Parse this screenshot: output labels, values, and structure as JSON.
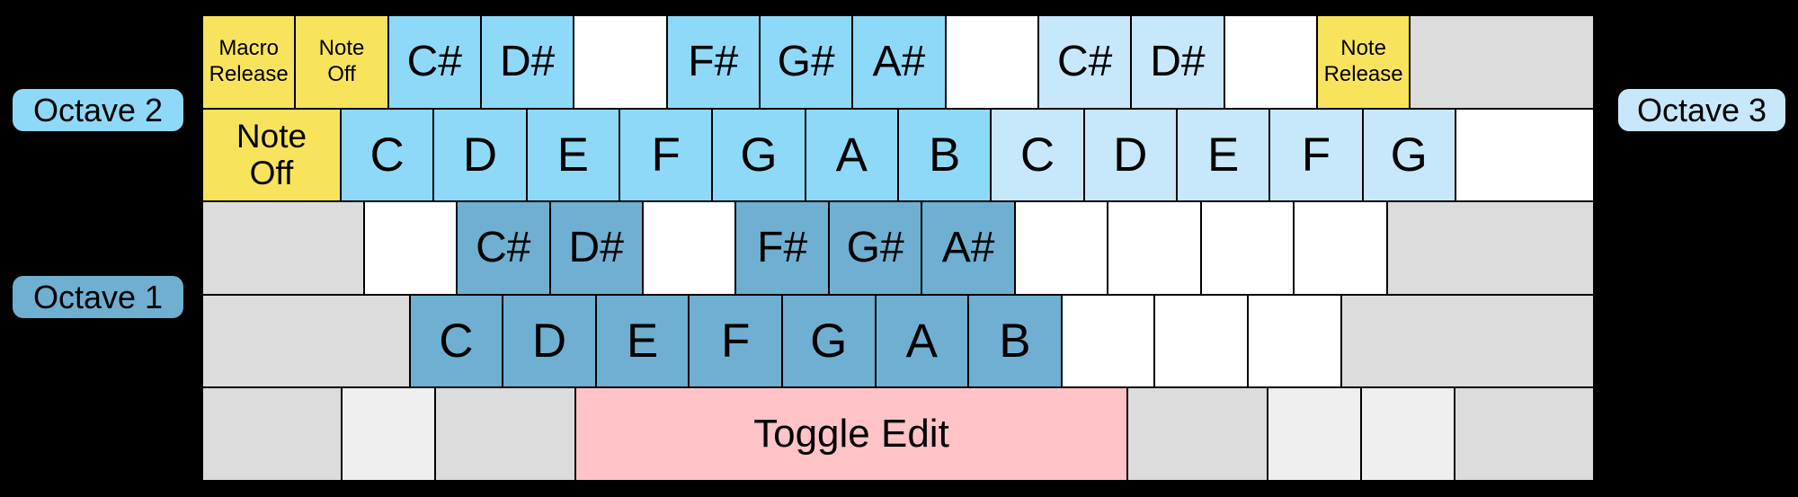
{
  "labels": {
    "octave1": "Octave 1",
    "octave2": "Octave 2",
    "octave3": "Octave 3"
  },
  "colors": {
    "background": "#000000",
    "border": "#000000",
    "yellow": "#F8E35C",
    "octave1": "#6FAFD1",
    "octave2": "#8FD9F8",
    "octave3": "#C7E8FB",
    "pink": "#FFC3C8",
    "gray": "#DCDCDC",
    "lightgray": "#EFEFEF",
    "white": "#FFFFFF",
    "text": "#000000"
  },
  "keyboard": {
    "rows": [
      {
        "keys": [
          {
            "u": 1,
            "kind": "macro",
            "color": "yellow",
            "lines": [
              "Macro",
              "Release"
            ],
            "name": "key-macro-release"
          },
          {
            "u": 1,
            "kind": "macro",
            "color": "yellow",
            "lines": [
              "Note",
              "Off"
            ],
            "name": "key-note-off-top"
          },
          {
            "u": 1,
            "kind": "sharp",
            "color": "octave2",
            "lines": [
              "C#"
            ],
            "name": "key-note-csharp-oct2"
          },
          {
            "u": 1,
            "kind": "sharp",
            "color": "octave2",
            "lines": [
              "D#"
            ],
            "name": "key-note-dsharp-oct2"
          },
          {
            "u": 1,
            "kind": "blank",
            "color": "white",
            "lines": [],
            "name": "key-blank"
          },
          {
            "u": 1,
            "kind": "sharp",
            "color": "octave2",
            "lines": [
              "F#"
            ],
            "name": "key-note-fsharp-oct2"
          },
          {
            "u": 1,
            "kind": "sharp",
            "color": "octave2",
            "lines": [
              "G#"
            ],
            "name": "key-note-gsharp-oct2"
          },
          {
            "u": 1,
            "kind": "sharp",
            "color": "octave2",
            "lines": [
              "A#"
            ],
            "name": "key-note-asharp-oct2"
          },
          {
            "u": 1,
            "kind": "blank",
            "color": "white",
            "lines": [],
            "name": "key-blank"
          },
          {
            "u": 1,
            "kind": "sharp",
            "color": "octave3",
            "lines": [
              "C#"
            ],
            "name": "key-note-csharp-oct3"
          },
          {
            "u": 1,
            "kind": "sharp",
            "color": "octave3",
            "lines": [
              "D#"
            ],
            "name": "key-note-dsharp-oct3"
          },
          {
            "u": 1,
            "kind": "blank",
            "color": "white",
            "lines": [],
            "name": "key-blank"
          },
          {
            "u": 1,
            "kind": "macro",
            "color": "yellow",
            "lines": [
              "Note",
              "Release"
            ],
            "name": "key-note-release"
          },
          {
            "u": 2,
            "kind": "mod",
            "color": "gray",
            "lines": [],
            "name": "key-modifier"
          }
        ]
      },
      {
        "keys": [
          {
            "u": 1.5,
            "kind": "tabmacro",
            "color": "yellow",
            "lines": [
              "Note",
              "Off"
            ],
            "name": "key-note-off"
          },
          {
            "u": 1,
            "kind": "note",
            "color": "octave2",
            "lines": [
              "C"
            ],
            "name": "key-note-c-oct2"
          },
          {
            "u": 1,
            "kind": "note",
            "color": "octave2",
            "lines": [
              "D"
            ],
            "name": "key-note-d-oct2"
          },
          {
            "u": 1,
            "kind": "note",
            "color": "octave2",
            "lines": [
              "E"
            ],
            "name": "key-note-e-oct2"
          },
          {
            "u": 1,
            "kind": "note",
            "color": "octave2",
            "lines": [
              "F"
            ],
            "name": "key-note-f-oct2"
          },
          {
            "u": 1,
            "kind": "note",
            "color": "octave2",
            "lines": [
              "G"
            ],
            "name": "key-note-g-oct2"
          },
          {
            "u": 1,
            "kind": "note",
            "color": "octave2",
            "lines": [
              "A"
            ],
            "name": "key-note-a-oct2"
          },
          {
            "u": 1,
            "kind": "note",
            "color": "octave2",
            "lines": [
              "B"
            ],
            "name": "key-note-b-oct2"
          },
          {
            "u": 1,
            "kind": "note",
            "color": "octave3",
            "lines": [
              "C"
            ],
            "name": "key-note-c-oct3"
          },
          {
            "u": 1,
            "kind": "note",
            "color": "octave3",
            "lines": [
              "D"
            ],
            "name": "key-note-d-oct3"
          },
          {
            "u": 1,
            "kind": "note",
            "color": "octave3",
            "lines": [
              "E"
            ],
            "name": "key-note-e-oct3"
          },
          {
            "u": 1,
            "kind": "note",
            "color": "octave3",
            "lines": [
              "F"
            ],
            "name": "key-note-f-oct3"
          },
          {
            "u": 1,
            "kind": "note",
            "color": "octave3",
            "lines": [
              "G"
            ],
            "name": "key-note-g-oct3"
          },
          {
            "u": 1.5,
            "kind": "blank",
            "color": "white",
            "lines": [],
            "name": "key-blank"
          }
        ]
      },
      {
        "keys": [
          {
            "u": 1.75,
            "kind": "mod",
            "color": "gray",
            "lines": [],
            "name": "key-modifier"
          },
          {
            "u": 1,
            "kind": "blank",
            "color": "white",
            "lines": [],
            "name": "key-blank"
          },
          {
            "u": 1,
            "kind": "sharp",
            "color": "octave1",
            "lines": [
              "C#"
            ],
            "name": "key-note-csharp-oct1"
          },
          {
            "u": 1,
            "kind": "sharp",
            "color": "octave1",
            "lines": [
              "D#"
            ],
            "name": "key-note-dsharp-oct1"
          },
          {
            "u": 1,
            "kind": "blank",
            "color": "white",
            "lines": [],
            "name": "key-blank"
          },
          {
            "u": 1,
            "kind": "sharp",
            "color": "octave1",
            "lines": [
              "F#"
            ],
            "name": "key-note-fsharp-oct1"
          },
          {
            "u": 1,
            "kind": "sharp",
            "color": "octave1",
            "lines": [
              "G#"
            ],
            "name": "key-note-gsharp-oct1"
          },
          {
            "u": 1,
            "kind": "sharp",
            "color": "octave1",
            "lines": [
              "A#"
            ],
            "name": "key-note-asharp-oct1"
          },
          {
            "u": 1,
            "kind": "blank",
            "color": "white",
            "lines": [],
            "name": "key-blank"
          },
          {
            "u": 1,
            "kind": "blank",
            "color": "white",
            "lines": [],
            "name": "key-blank"
          },
          {
            "u": 1,
            "kind": "blank",
            "color": "white",
            "lines": [],
            "name": "key-blank"
          },
          {
            "u": 1,
            "kind": "blank",
            "color": "white",
            "lines": [],
            "name": "key-blank"
          },
          {
            "u": 2.25,
            "kind": "mod",
            "color": "gray",
            "lines": [],
            "name": "key-modifier"
          }
        ]
      },
      {
        "keys": [
          {
            "u": 2.25,
            "kind": "mod",
            "color": "gray",
            "lines": [],
            "name": "key-modifier"
          },
          {
            "u": 1,
            "kind": "note",
            "color": "octave1",
            "lines": [
              "C"
            ],
            "name": "key-note-c-oct1"
          },
          {
            "u": 1,
            "kind": "note",
            "color": "octave1",
            "lines": [
              "D"
            ],
            "name": "key-note-d-oct1"
          },
          {
            "u": 1,
            "kind": "note",
            "color": "octave1",
            "lines": [
              "E"
            ],
            "name": "key-note-e-oct1"
          },
          {
            "u": 1,
            "kind": "note",
            "color": "octave1",
            "lines": [
              "F"
            ],
            "name": "key-note-f-oct1"
          },
          {
            "u": 1,
            "kind": "note",
            "color": "octave1",
            "lines": [
              "G"
            ],
            "name": "key-note-g-oct1"
          },
          {
            "u": 1,
            "kind": "note",
            "color": "octave1",
            "lines": [
              "A"
            ],
            "name": "key-note-a-oct1"
          },
          {
            "u": 1,
            "kind": "note",
            "color": "octave1",
            "lines": [
              "B"
            ],
            "name": "key-note-b-oct1"
          },
          {
            "u": 1,
            "kind": "blank",
            "color": "white",
            "lines": [],
            "name": "key-blank"
          },
          {
            "u": 1,
            "kind": "blank",
            "color": "white",
            "lines": [],
            "name": "key-blank"
          },
          {
            "u": 1,
            "kind": "blank",
            "color": "white",
            "lines": [],
            "name": "key-blank"
          },
          {
            "u": 2.75,
            "kind": "mod",
            "color": "gray",
            "lines": [],
            "name": "key-modifier"
          }
        ]
      },
      {
        "keys": [
          {
            "u": 1.5,
            "kind": "mod",
            "color": "gray",
            "lines": [],
            "name": "key-modifier"
          },
          {
            "u": 1,
            "kind": "mod",
            "color": "lightgray",
            "lines": [],
            "name": "key-modifier"
          },
          {
            "u": 1.5,
            "kind": "mod",
            "color": "gray",
            "lines": [],
            "name": "key-modifier"
          },
          {
            "u": 6,
            "kind": "spacemacro",
            "color": "pink",
            "lines": [
              "Toggle Edit"
            ],
            "name": "key-toggle-edit"
          },
          {
            "u": 1.5,
            "kind": "mod",
            "color": "gray",
            "lines": [],
            "name": "key-modifier"
          },
          {
            "u": 1,
            "kind": "mod",
            "color": "lightgray",
            "lines": [],
            "name": "key-modifier"
          },
          {
            "u": 1,
            "kind": "mod",
            "color": "lightgray",
            "lines": [],
            "name": "key-modifier"
          },
          {
            "u": 1.5,
            "kind": "mod",
            "color": "gray",
            "lines": [],
            "name": "key-modifier"
          }
        ]
      }
    ]
  }
}
